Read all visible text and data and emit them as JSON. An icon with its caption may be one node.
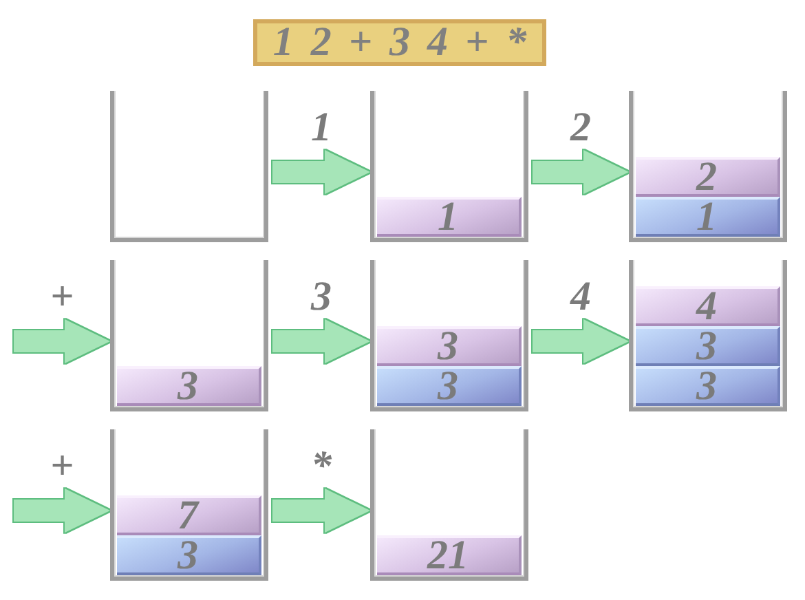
{
  "diagram": {
    "nodes": [
      {
        "text": [
          "1 2 + 3 4 + *"
        ]
      },
      {
        "text": [],
        "shape": "container"
      },
      {
        "text": [],
        "shape": "container"
      },
      {
        "text": [
          "1"
        ],
        "in": 2
      },
      {
        "text": [],
        "shape": "container"
      },
      {
        "text": [
          "2"
        ],
        "in": 4
      },
      {
        "text": [
          "1"
        ],
        "in": 4
      },
      {
        "text": [],
        "shape": "container"
      },
      {
        "text": [
          "3"
        ],
        "in": 7
      },
      {
        "text": [],
        "shape": "container"
      },
      {
        "text": [
          "3"
        ],
        "in": 9
      },
      {
        "text": [
          "3"
        ],
        "in": 9
      },
      {
        "text": [],
        "shape": "container"
      },
      {
        "text": [
          "4"
        ],
        "in": 12
      },
      {
        "text": [
          "3"
        ],
        "in": 12
      },
      {
        "text": [
          "3"
        ],
        "in": 12
      },
      {
        "text": [],
        "shape": "container"
      },
      {
        "text": [
          "7"
        ],
        "in": 16
      },
      {
        "text": [
          "3"
        ],
        "in": 16
      },
      {
        "text": [],
        "shape": "container"
      },
      {
        "text": [
          "21"
        ],
        "in": 19
      }
    ],
    "edges": [
      {
        "from": 1,
        "to": 2,
        "arrow": "to",
        "label": "1"
      },
      {
        "from": 2,
        "to": 4,
        "arrow": "to",
        "label": "2"
      },
      {
        "from": null,
        "to": 7,
        "arrow": "to",
        "label": "+"
      },
      {
        "from": 7,
        "to": 9,
        "arrow": "to",
        "label": "3"
      },
      {
        "from": 9,
        "to": 12,
        "arrow": "to",
        "label": "4"
      },
      {
        "from": null,
        "to": 16,
        "arrow": "to",
        "label": "+"
      },
      {
        "from": 16,
        "to": 19,
        "arrow": "to",
        "label": "*"
      }
    ]
  }
}
